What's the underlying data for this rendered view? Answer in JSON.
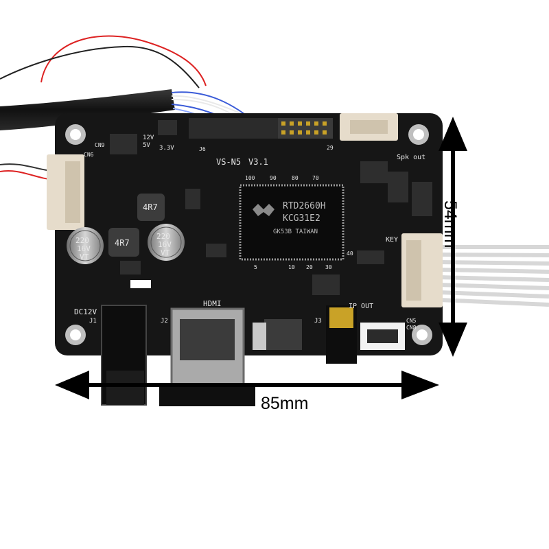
{
  "dimensions": {
    "width_label": "85mm",
    "height_label": "54mm"
  },
  "chip": {
    "line1": "RTD2660H",
    "line2": "KCG31E2",
    "line3": "GK53B TAIWAN"
  },
  "silkscreen": {
    "model": "VS-N5",
    "version": "V3.1",
    "hdmi": "HDMI",
    "dc": "DC12V",
    "spk": "Spk out",
    "ip_out": "IP OUT",
    "key": "KEY",
    "v12": "12V",
    "v5": "5V",
    "v33": "3.3V",
    "cn9": "CN9",
    "cn6": "CN6",
    "cn5": "CN5",
    "cn8": "CN8",
    "j1": "J1",
    "j2": "J2",
    "j3": "J3",
    "j6": "J6",
    "cap1_a": "220",
    "cap1_b": "16V",
    "cap1_c": "VT",
    "cap2_a": "220",
    "cap2_b": "16V",
    "cap2_c": "VT",
    "ind1": "4R7",
    "ind2": "4R7",
    "pin1": "10",
    "pin2": "20",
    "pin3": "30",
    "pin4": "40",
    "pin5": "70",
    "pin6": "80",
    "pin7": "90",
    "pin8": "100",
    "pin9": "5",
    "pin10": "29"
  },
  "colors": {
    "pcb": "#161616",
    "silkscreen": "#e8e8e8",
    "connector": "#e6dccb",
    "metal": "#b8b8b8",
    "gold": "#c9a227",
    "arrow": "#000000"
  }
}
